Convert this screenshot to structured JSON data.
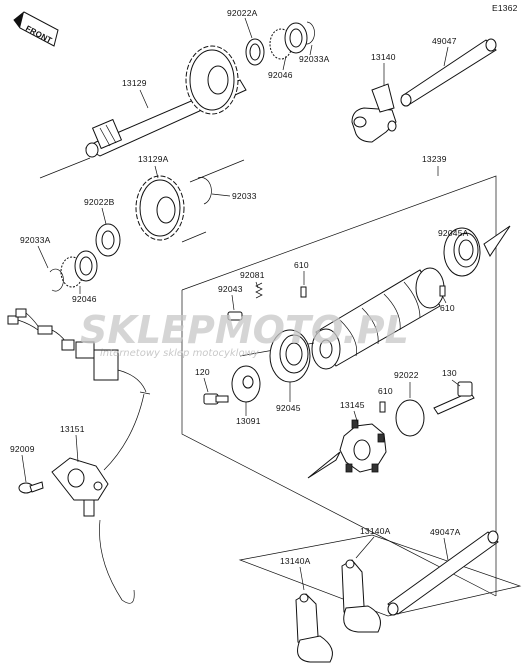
{
  "diagram_id": "E1362",
  "front_label": "FRONT",
  "watermark": {
    "brand_a": "SKLEPMOTO",
    "brand_b": "",
    "brand_c": ".PL",
    "tagline": "internetowy sklep motocyklowy"
  },
  "labels": {
    "p92022A": "92022A",
    "p92033A_top": "92033A",
    "p92046_top": "92046",
    "p13140": "13140",
    "p49047": "49047",
    "p13129": "13129",
    "p13129A": "13129A",
    "p92033": "92033",
    "p92022B": "92022B",
    "p92033A_left": "92033A",
    "p92046_left": "92046",
    "p13239": "13239",
    "p92045A": "92045A",
    "p92081": "92081",
    "p92043": "92043",
    "p610_top": "610",
    "p610_right": "610",
    "p610_mid": "610",
    "p120": "120",
    "p13091": "13091",
    "p92045": "92045",
    "p92022": "92022",
    "p130": "130",
    "p13145": "13145",
    "p92009": "92009",
    "p13151": "13151",
    "p13140A_left": "13140A",
    "p13140A_right": "13140A",
    "p49047A": "49047A"
  }
}
